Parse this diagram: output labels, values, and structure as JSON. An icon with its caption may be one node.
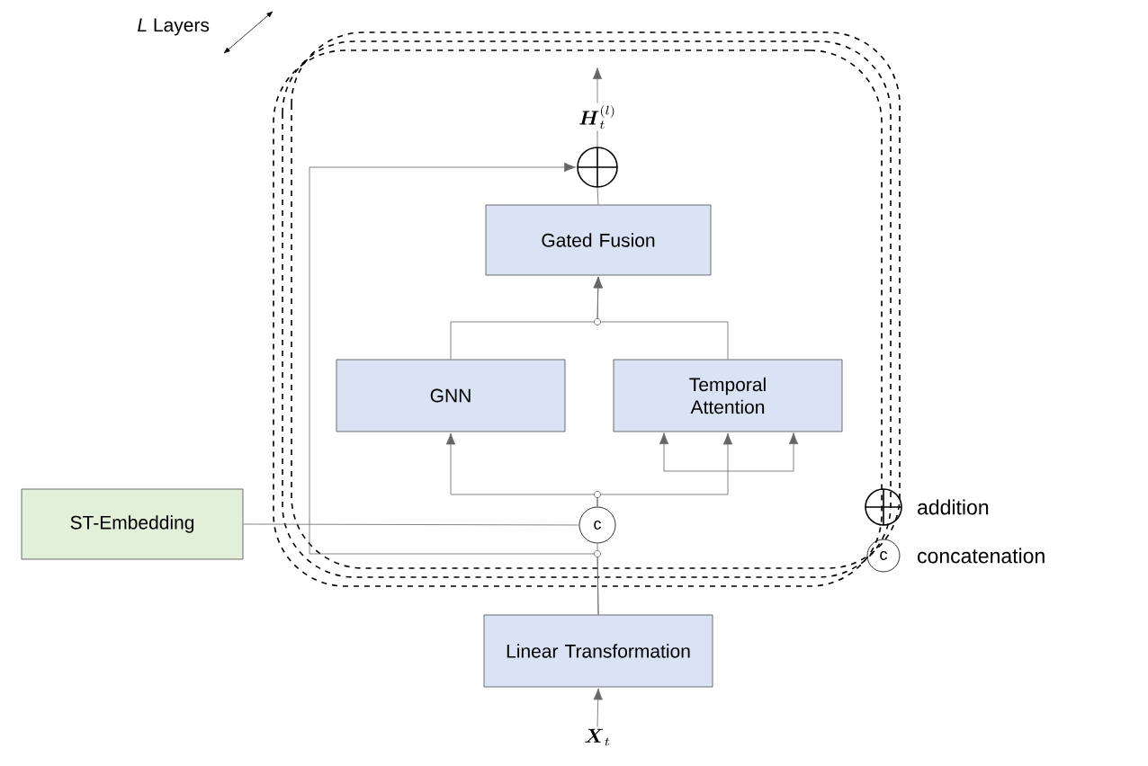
{
  "diagram": {
    "nodes": [
      {
        "text": [],
        "shape": "box",
        "beside": [
          "*L* Layers"
        ]
      },
      {
        "text": [
          "Gated Fusion"
        ],
        "in": 0
      },
      {
        "text": [
          "GNN"
        ],
        "in": 0
      },
      {
        "text": [
          "Temporal Attention"
        ],
        "in": 0
      },
      {
        "text": [],
        "shape": "circle",
        "in": 0
      },
      {
        "text": [
          "c"
        ],
        "in": 0
      },
      {
        "text": [
          "ST-Embedding"
        ]
      },
      {
        "text": [
          "Linear Transformation"
        ]
      },
      {
        "text": [
          "\\boldsymbol{X}_t"
        ]
      },
      {
        "text": [
          "\\boldsymbol{H}_t^{(l)}"
        ],
        "in": 0
      }
    ],
    "edges": [
      {
        "from": 8,
        "to": 7,
        "arrow": "to"
      },
      {
        "from": 7,
        "to": 5,
        "arrow": "none"
      },
      {
        "from": 7,
        "to": 4,
        "arrow": "to"
      },
      {
        "from": 6,
        "to": 5,
        "arrow": "none"
      },
      {
        "from": 5,
        "to": 2,
        "arrow": "to"
      },
      {
        "from": 5,
        "to": 3,
        "arrow": "to"
      },
      {
        "from": 2,
        "to": 1,
        "arrow": "to"
      },
      {
        "from": 3,
        "to": 1,
        "arrow": "to"
      },
      {
        "from": 1,
        "to": 4,
        "arrow": "none"
      },
      {
        "from": 4,
        "to": 9,
        "arrow": "none"
      },
      {
        "from": 9,
        "to": null,
        "arrow": "to"
      }
    ],
    "labels": [
      "c"
    ],
    "legend": [
      {
        "text": "addition"
      },
      {
        "text": "concatenation"
      }
    ]
  }
}
